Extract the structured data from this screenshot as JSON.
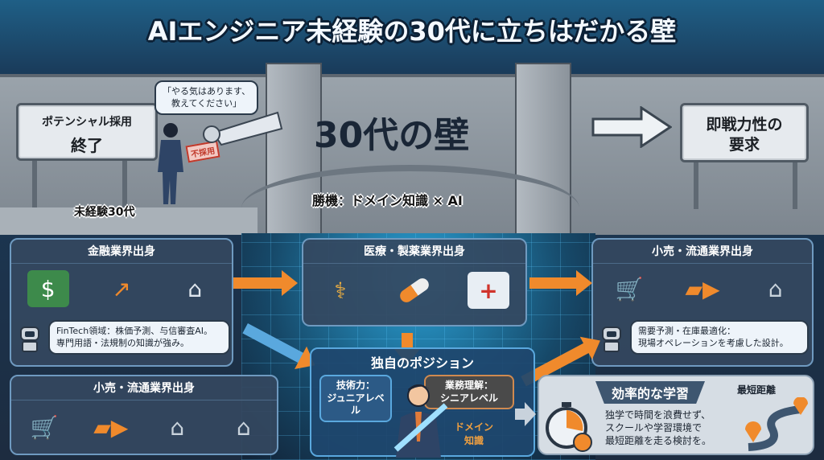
{
  "title": "AIエンジニア未経験の30代に立ちはだかる壁",
  "wall": {
    "left_sign": {
      "line1": "ポテンシャル採用",
      "line2": "終了"
    },
    "speech": {
      "line1": "「やる気はあります、",
      "line2": "教えてください」"
    },
    "stamp": "不採用",
    "person_label": "未経験30代",
    "wall_title": "30代の壁",
    "right_sign": {
      "line1": "即戦力性の",
      "line2": "要求"
    },
    "bridge_label": "勝機：ドメイン知識 × AI"
  },
  "panels": {
    "finance": {
      "title": "金融業界出身",
      "icons": [
        "money-icon",
        "chart-up-icon",
        "bank-icon"
      ],
      "note": {
        "line1": "FinTech領域：株価予測、与信審査AI。",
        "line2": "専門用語・法規制の知識が強み。"
      }
    },
    "medical": {
      "title": "医療・製薬業界出身",
      "icons": [
        "caduceus-icon",
        "capsule-icon",
        "hospital-icon"
      ]
    },
    "retail": {
      "title": "小売・流通業界出身",
      "icons": [
        "cart-icon",
        "truck-icon",
        "warehouse-icon"
      ],
      "note": {
        "line1": "需要予測・在庫最適化：",
        "line2": "現場オペレーションを考慮した設計。"
      }
    },
    "retail2": {
      "title": "小売・流通業界出身",
      "icons": [
        "cart-icon",
        "truck-icon",
        "warehouse-icon",
        "garage-icon"
      ]
    }
  },
  "unique": {
    "title": "独自のポジション",
    "skill": {
      "line1": "技術力：",
      "line2": "ジュニアレベル"
    },
    "business": {
      "line1": "業務理解：",
      "line2": "シニアレベル"
    },
    "sword": {
      "line1": "ドメイン",
      "line2": "知識"
    }
  },
  "learning": {
    "title": "効率的な学習",
    "body": [
      "独学で時間を浪費せず、",
      "スクールや学習環境で",
      "最短距離を走る検討を。"
    ],
    "route_label": "最短距離"
  },
  "colors": {
    "accent": "#f08a2c",
    "navy": "#1b2a3f",
    "panel_border": "#6f9ac0"
  }
}
